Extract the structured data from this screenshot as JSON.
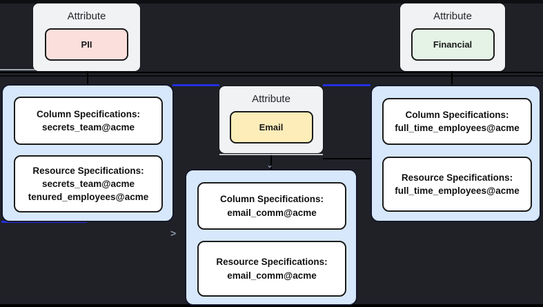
{
  "canvas": {
    "background": "#1f2127",
    "edge_blue": "#2330e0",
    "edge_black": "#000000",
    "arrow_glyph": ">",
    "tick_glyph": "⌄"
  },
  "attribute_nodes": [
    {
      "id": "pii",
      "title": "Attribute",
      "tag": "PII",
      "tag_bg": "#fbdfdc"
    },
    {
      "id": "email",
      "title": "Attribute",
      "tag": "Email",
      "tag_bg": "#fcedb9"
    },
    {
      "id": "financial",
      "title": "Attribute",
      "tag": "Financial",
      "tag_bg": "#e4f3e5"
    }
  ],
  "spec_nodes": [
    {
      "id": "secrets_team",
      "container_bg": "#d7e8fc",
      "column_title": "Column Specifications:",
      "column_values": [
        "secrets_team@acme"
      ],
      "resource_title": "Resource Specifications:",
      "resource_values": [
        "secrets_team@acme",
        "tenured_employees@acme"
      ]
    },
    {
      "id": "email_comm",
      "container_bg": "#d7e8fc",
      "column_title": "Column Specifications:",
      "column_values": [
        "email_comm@acme"
      ],
      "resource_title": "Resource Specifications:",
      "resource_values": [
        "email_comm@acme"
      ]
    },
    {
      "id": "full_time_employees",
      "container_bg": "#d7e8fc",
      "column_title": "Column Specifications:",
      "column_values": [
        "full_time_employees@acme"
      ],
      "resource_title": "Resource Specifications:",
      "resource_values": [
        "full_time_employees@acme"
      ]
    }
  ]
}
